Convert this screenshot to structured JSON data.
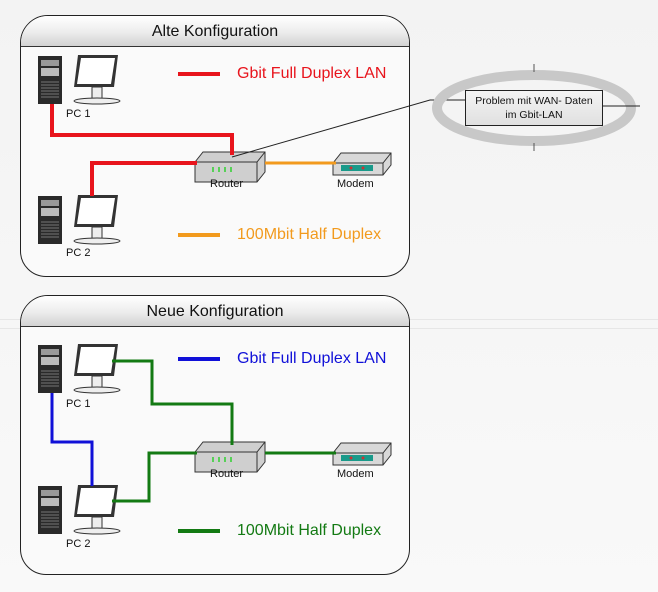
{
  "panels": [
    {
      "title": "Alte Konfiguration",
      "legend": [
        {
          "label": "Gbit Full Duplex LAN",
          "color": "#e8141c"
        },
        {
          "label": "100Mbit Half Duplex",
          "color": "#f29a1d"
        }
      ],
      "devices": {
        "pc1": "PC 1",
        "pc2": "PC 2",
        "router": "Router",
        "modem": "Modem"
      }
    },
    {
      "title": "Neue Konfiguration",
      "legend": [
        {
          "label": "Gbit Full Duplex LAN",
          "color": "#1010d8"
        },
        {
          "label": "100Mbit Half Duplex",
          "color": "#137a13"
        }
      ],
      "devices": {
        "pc1": "PC 1",
        "pc2": "PC 2",
        "router": "Router",
        "modem": "Modem"
      }
    }
  ],
  "callout": {
    "line1": "Problem mit WAN- Daten",
    "line2": "im Gbit-LAN"
  }
}
